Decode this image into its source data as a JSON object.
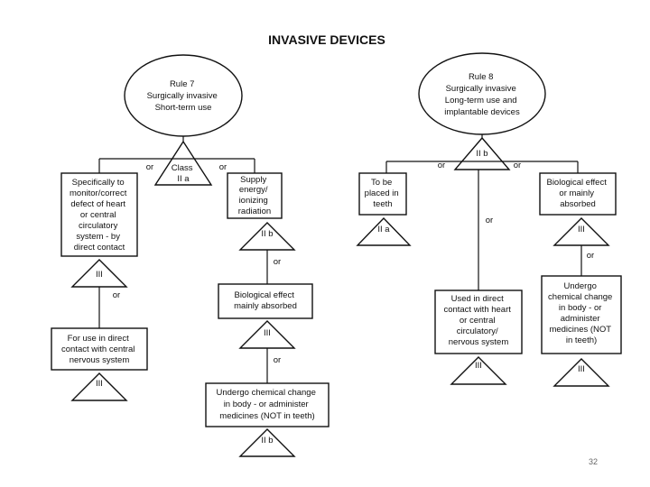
{
  "title": "INVASIVE DEVICES",
  "page_number": "32",
  "rule7": {
    "lines": [
      "Rule 7",
      "Surgically invasive",
      "Short-term use"
    ],
    "class": [
      "Class",
      "II a"
    ],
    "or_left": "or",
    "or_right": "or",
    "left_box": [
      "Specifically to",
      "monitor/correct",
      "defect of heart",
      "or central",
      "circulatory",
      "system - by",
      "direct contact"
    ],
    "left_class": "III",
    "left_or": "or",
    "left_box2": [
      "For use in direct",
      "contact with central",
      "nervous system"
    ],
    "left_class2": "III",
    "mid_box": [
      "Supply",
      "energy/",
      "ionizing",
      "radiation"
    ],
    "mid_class": "II b",
    "mid_or": "or",
    "mid_box2": [
      "Biological effect",
      "mainly absorbed"
    ],
    "mid_class2": "III",
    "mid_or2": "or",
    "mid_box3": [
      "Undergo chemical change",
      "in body - or administer",
      "medicines (NOT in teeth)"
    ],
    "mid_class3": "II b"
  },
  "rule8": {
    "lines": [
      "Rule 8",
      "Surgically invasive",
      "Long-term use and",
      "implantable devices"
    ],
    "class": "II b",
    "or_left": "or",
    "or_right": "or",
    "or_mid": "or",
    "teeth_box": [
      "To be",
      "placed in",
      "teeth"
    ],
    "teeth_class": "II a",
    "heart_box": [
      "Used in direct",
      "contact with heart",
      "or central",
      "circulatory/",
      "nervous system"
    ],
    "heart_class": "III",
    "bio_box": [
      "Biological effect",
      "or mainly",
      "absorbed"
    ],
    "bio_class": "III",
    "bio_or": "or",
    "chem_box": [
      "Undergo",
      "chemical change",
      "in body - or",
      "administer",
      "medicines (NOT",
      "in teeth)"
    ],
    "chem_class": "III"
  }
}
